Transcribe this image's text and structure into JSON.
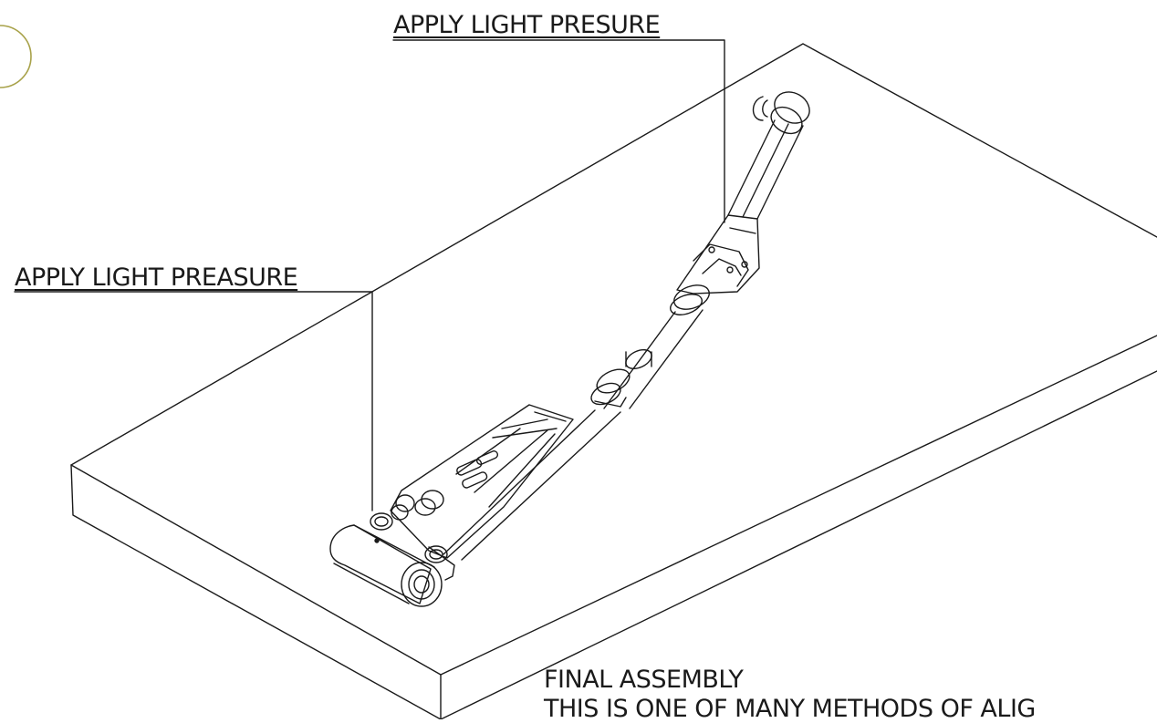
{
  "callouts": {
    "top": "APPLY LIGHT PRESURE",
    "left": "APPLY LIGHT PREASURE"
  },
  "note": {
    "title": "FINAL ASSEMBLY",
    "body": "THIS IS ONE OF MANY METHODS OF ALIG"
  },
  "colors": {
    "line": "#1a1a1a",
    "badge": "#a8a24a",
    "background": "#ffffff"
  }
}
